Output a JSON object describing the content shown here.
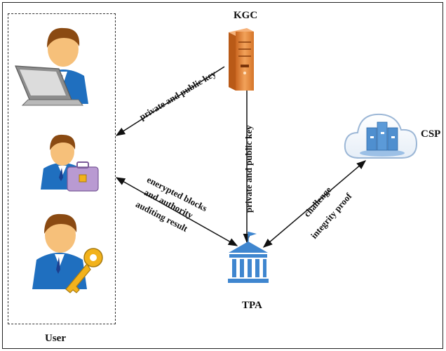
{
  "nodes": {
    "user": "User",
    "kgc": "KGC",
    "csp": "CSP",
    "tpa": "TPA"
  },
  "edges": {
    "kgc_to_user": "private and public key",
    "kgc_to_tpa": "private and public key",
    "user_tpa_line1": "enerypted blocks",
    "user_tpa_line2": "and authority",
    "user_tpa_line3": "auditing result",
    "tpa_csp_line1": "challenge",
    "tpa_csp_line2": "integrity proof"
  },
  "colors": {
    "server": "#e8883a",
    "cloud_blue": "#4f8fcf",
    "tpa_blue": "#3f86cf",
    "person_suit": "#1f6fbf",
    "person_skin": "#f6c07a",
    "hair": "#8a4a12",
    "key": "#f2b21b"
  },
  "icons": {
    "user1": "user-laptop-icon",
    "user2": "user-briefcase-icon",
    "user3": "user-key-icon",
    "kgc": "server-icon",
    "csp": "cloud-server-icon",
    "tpa": "bank-building-icon"
  }
}
